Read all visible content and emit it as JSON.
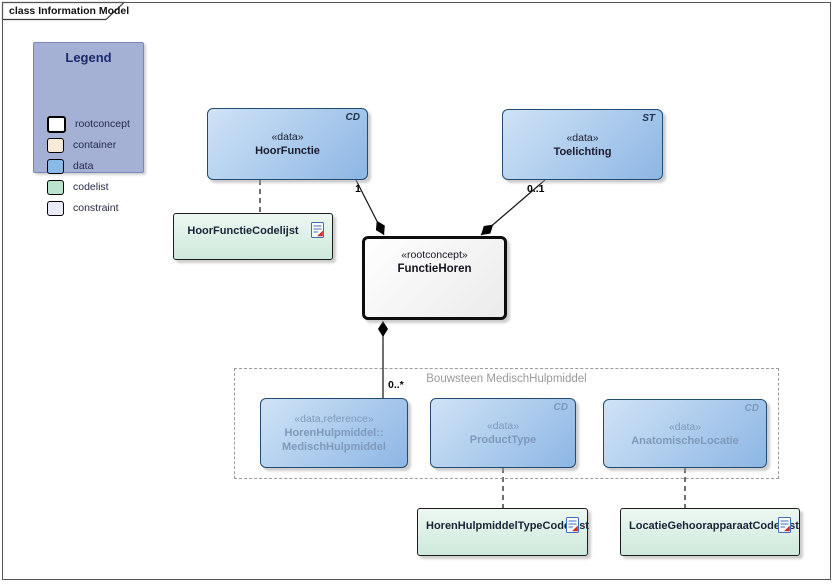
{
  "frame": {
    "tab_label": "class Information Model"
  },
  "legend": {
    "title": "Legend",
    "items": [
      {
        "label": "rootconcept",
        "color": "#ffffff"
      },
      {
        "label": "container",
        "color": "#f9e9d9"
      },
      {
        "label": "data",
        "color": "#8ab9e8"
      },
      {
        "label": "codelist",
        "color": "#b8e3cd"
      },
      {
        "label": "constraint",
        "color": "#e9eaf8"
      }
    ]
  },
  "nodes": {
    "hoorfunctie": {
      "stereotype": "«data»",
      "name": "HoorFunctie",
      "type_tag": "CD"
    },
    "toelichting": {
      "stereotype": "«data»",
      "name": "Toelichting",
      "type_tag": "ST"
    },
    "functiehoren": {
      "stereotype": "«rootconcept»",
      "name": "FunctieHoren"
    },
    "hoorfunctiecodelijst": {
      "name": "HoorFunctieCodelijst"
    },
    "medischhulpmiddel": {
      "stereotype": "«data,reference»",
      "name_line1": "HorenHulpmiddel::",
      "name_line2": "MedischHulpmiddel"
    },
    "producttype": {
      "stereotype": "«data»",
      "name": "ProductType",
      "type_tag": "CD"
    },
    "anatomischelocatie": {
      "stereotype": "«data»",
      "name": "AnatomischeLocatie",
      "type_tag": "CD"
    },
    "horenhulpmiddeltypecodelijst": {
      "name": "HorenHulpmiddelTypeCodelijst"
    },
    "locatiegehoorapparaatcodelijst": {
      "name": "LocatieGehoorapparaatCodelijst"
    }
  },
  "container": {
    "label": "Bouwsteen MedischHulpmiddel"
  },
  "relations": {
    "functiehoren_hoorfunctie": {
      "type": "composition",
      "multiplicity": "1"
    },
    "functiehoren_toelichting": {
      "type": "composition",
      "multiplicity": "0..1"
    },
    "functiehoren_medischhulpmiddel": {
      "type": "composition",
      "multiplicity": "0..*"
    },
    "hoorfunctie_codelijst": {
      "type": "dashed-association"
    },
    "producttype_codelijst": {
      "type": "dashed-association"
    },
    "anatomischelocatie_codelijst": {
      "type": "dashed-association"
    }
  },
  "colors": {
    "data_fill_top": "#cfe3f6",
    "data_fill_bottom": "#8db6e4",
    "data_border": "#234b72",
    "codelist_fill_top": "#edf7f2",
    "codelist_fill_bottom": "#cde9db",
    "rootconcept_border": "#0d0d0d",
    "legend_bg": "#a5b0d5",
    "ghost_text": "#7e99ba",
    "container_label": "#9a9a9a"
  }
}
